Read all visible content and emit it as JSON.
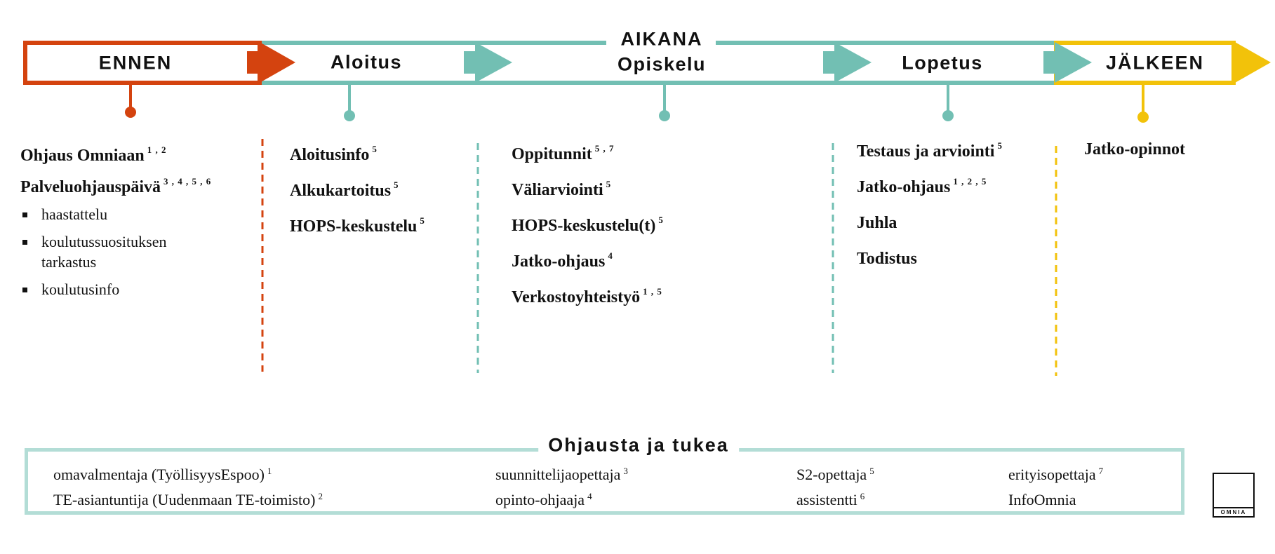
{
  "colors": {
    "before": "#D4430F",
    "during": "#72BFB3",
    "after": "#F2C20A",
    "support_border": "#B3DDD6",
    "text": "#111111"
  },
  "timeline": {
    "before": {
      "label": "ENNEN"
    },
    "during": {
      "label": "AIKANA",
      "start": "Aloitus",
      "study": "Opiskelu",
      "end": "Lopetus"
    },
    "after": {
      "label": "JÄLKEEN"
    }
  },
  "columns": {
    "before": {
      "items": [
        {
          "text": "Ohjaus Omniaan",
          "sup": "1 , 2"
        },
        {
          "text": "Palveluohjauspäivä",
          "sup": "3 , 4 , 5 , 6"
        }
      ],
      "bullets": [
        "haastattelu",
        "koulutussuosituksen tarkastus",
        "koulutusinfo"
      ]
    },
    "start": {
      "items": [
        {
          "text": "Aloitusinfo",
          "sup": "5"
        },
        {
          "text": "Alkukartoitus",
          "sup": "5"
        },
        {
          "text": "HOPS-keskustelu",
          "sup": "5"
        }
      ]
    },
    "study": {
      "items": [
        {
          "text": "Oppitunnit",
          "sup": "5 , 7"
        },
        {
          "text": "Väliarviointi",
          "sup": "5"
        },
        {
          "text": "HOPS-keskustelu(t)",
          "sup": "5"
        },
        {
          "text": "Jatko-ohjaus",
          "sup": "4"
        },
        {
          "text": "Verkostoyhteistyö",
          "sup": "1 , 5"
        }
      ]
    },
    "end": {
      "items": [
        {
          "text": "Testaus ja arviointi",
          "sup": "5"
        },
        {
          "text": "Jatko-ohjaus",
          "sup": "1 , 2 , 5"
        },
        {
          "text": "Juhla",
          "sup": ""
        },
        {
          "text": "Todistus",
          "sup": ""
        }
      ]
    },
    "after": {
      "items": [
        {
          "text": "Jatko-opinnot",
          "sup": ""
        }
      ]
    }
  },
  "support": {
    "title": "Ohjausta ja tukea",
    "roles": [
      {
        "text": "omavalmentaja (TyöllisyysEspoo)",
        "sup": "1"
      },
      {
        "text": "TE-asiantuntija (Uudenmaan TE-toimisto)",
        "sup": "2"
      },
      {
        "text": "suunnittelijaopettaja",
        "sup": "3"
      },
      {
        "text": "opinto-ohjaaja",
        "sup": "4"
      },
      {
        "text": "S2-opettaja",
        "sup": "5"
      },
      {
        "text": "assistentti",
        "sup": "6"
      },
      {
        "text": "erityisopettaja",
        "sup": "7"
      },
      {
        "text": "InfoOmnia",
        "sup": ""
      }
    ]
  },
  "logo": {
    "text": "OMNIA"
  }
}
